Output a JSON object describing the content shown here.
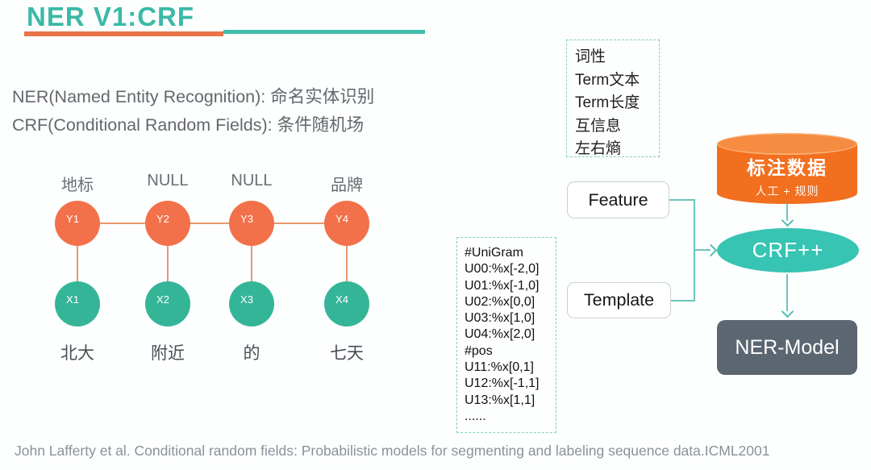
{
  "title": "NER V1:CRF",
  "description": {
    "line1": "NER(Named Entity Recognition): 命名实体识别",
    "line2": "CRF(Conditional Random Fields): 条件随机场"
  },
  "crf_graph": {
    "columns": [
      {
        "tag": "地标",
        "y_node": "Y1",
        "x_node": "X1",
        "token": "北大"
      },
      {
        "tag": "NULL",
        "y_node": "Y2",
        "x_node": "X2",
        "token": "附近"
      },
      {
        "tag": "NULL",
        "y_node": "Y3",
        "x_node": "X3",
        "token": "的"
      },
      {
        "tag": "品牌",
        "y_node": "Y4",
        "x_node": "X4",
        "token": "七天"
      }
    ]
  },
  "features_box": {
    "items": [
      "词性",
      "Term文本",
      "Term长度",
      "互信息",
      "左右熵"
    ]
  },
  "feature_label": "Feature",
  "template_label": "Template",
  "template_code": {
    "lines": [
      "#UniGram",
      "U00:%x[-2,0]",
      "U01:%x[-1,0]",
      "U02:%x[0,0]",
      "U03:%x[1,0]",
      "U04:%x[2,0]",
      "#pos",
      "U11:%x[0,1]",
      "U12:%x[-1,1]",
      "U13:%x[1,1]",
      "......"
    ]
  },
  "pipeline": {
    "data_store": {
      "title": "标注数据",
      "subtitle": "人工 + 规则"
    },
    "engine": "CRF++",
    "output": "NER-Model"
  },
  "citation": "John Lafferty et al. Conditional random fields: Probabilistic models for segmenting and labeling sequence data.ICML2001",
  "colors": {
    "title_teal": "#3bb9a6",
    "underline_orange": "#e87349",
    "underline_teal": "#43bda9",
    "y_node_orange": "#f2714a",
    "x_node_teal": "#35b597",
    "edge_orange": "#e8996a",
    "connector_teal": "#6cc5ba",
    "cylinder_orange": "#f26f1f",
    "ellipse_teal": "#37c4b3",
    "ner_box_slate": "#5b6671",
    "text_gray": "#64686d",
    "citation_gray": "#89929b"
  }
}
